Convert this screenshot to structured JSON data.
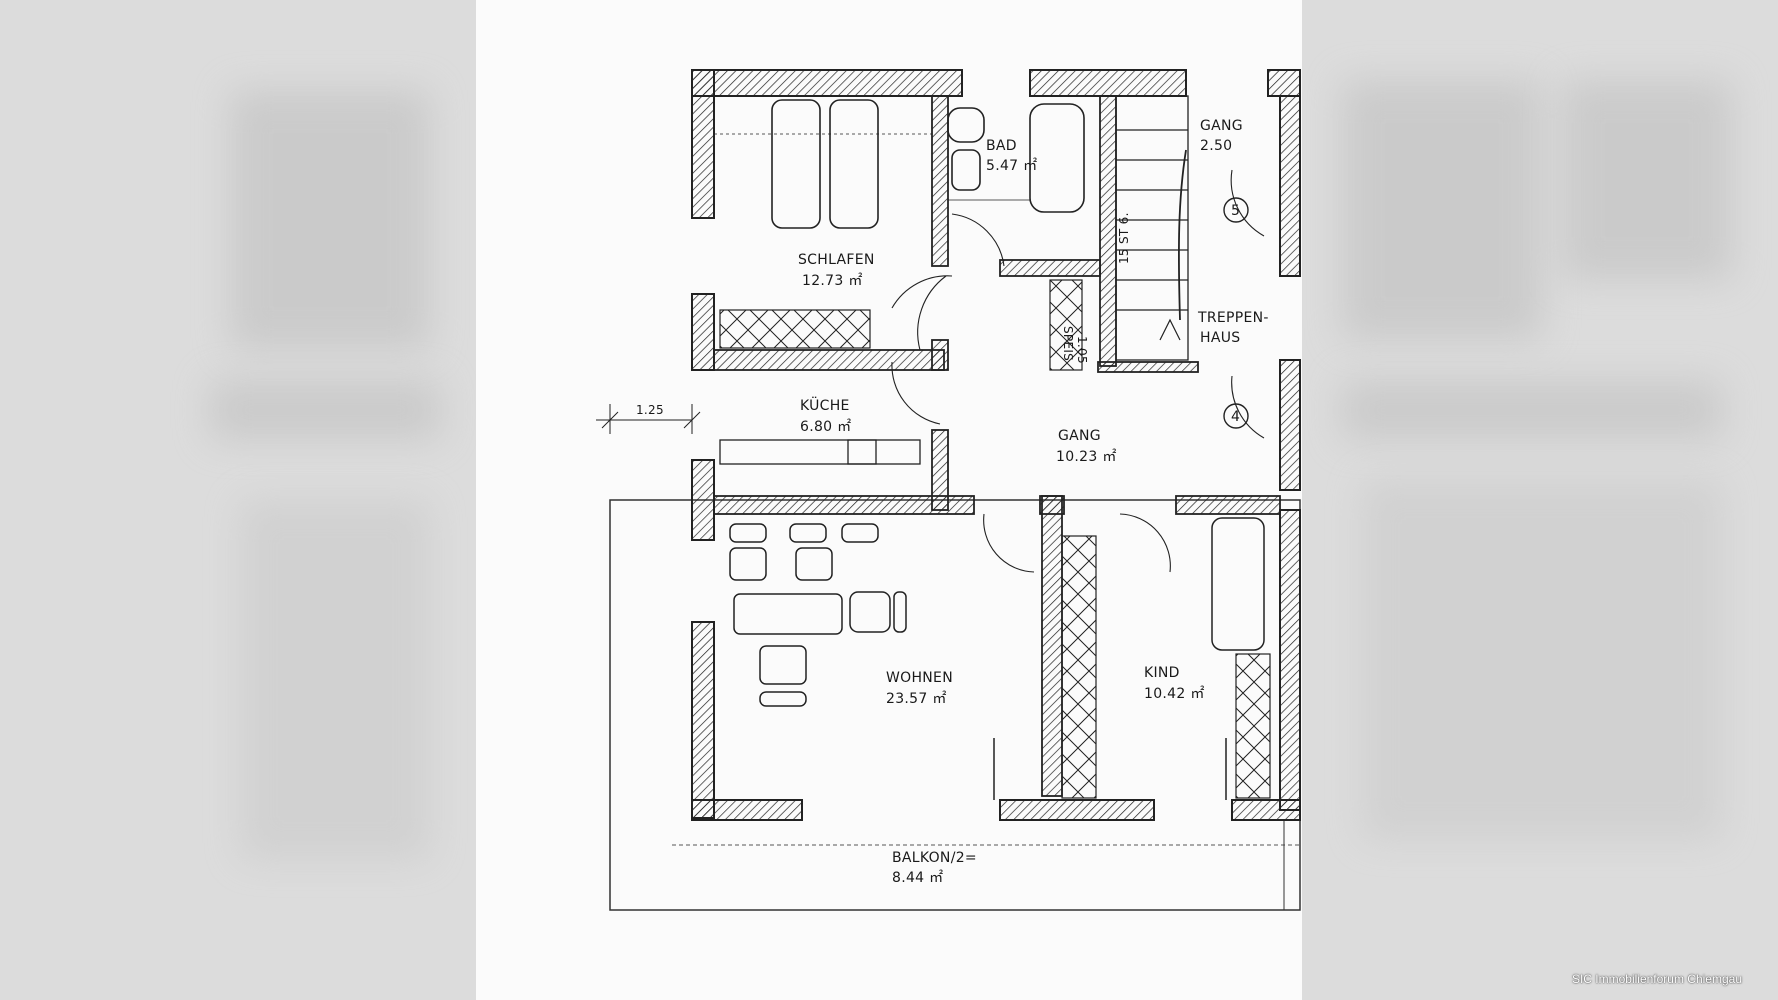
{
  "plan": {
    "rooms": [
      {
        "id": "schlafen",
        "name": "SCHLAFEN",
        "area": "12.73 ㎡"
      },
      {
        "id": "bad",
        "name": "BAD",
        "area": "5.47 ㎡"
      },
      {
        "id": "gang_top",
        "name": "GANG",
        "area": "2.50"
      },
      {
        "id": "treppenhaus",
        "name": "TREPPEN-",
        "area": "HAUS"
      },
      {
        "id": "kueche",
        "name": "KÜCHE",
        "area": "6.80 ㎡"
      },
      {
        "id": "gang",
        "name": "GANG",
        "area": "10.23 ㎡"
      },
      {
        "id": "wohnen",
        "name": "WOHNEN",
        "area": "23.57 ㎡"
      },
      {
        "id": "kind",
        "name": "KIND",
        "area": "10.42 ㎡"
      },
      {
        "id": "balkon",
        "name": "BALKON/2=",
        "area": "8.44 ㎡"
      }
    ],
    "speis_label": "SPEIS",
    "speis_area": "1.05",
    "stairs_label": "15 ST 6.",
    "dimension": "1.25",
    "markers": [
      "5",
      "4"
    ]
  },
  "credit": "SIC Immobilienforum Chiemgau",
  "colors": {
    "line": "#222222",
    "paper": "#fbfbfb"
  }
}
